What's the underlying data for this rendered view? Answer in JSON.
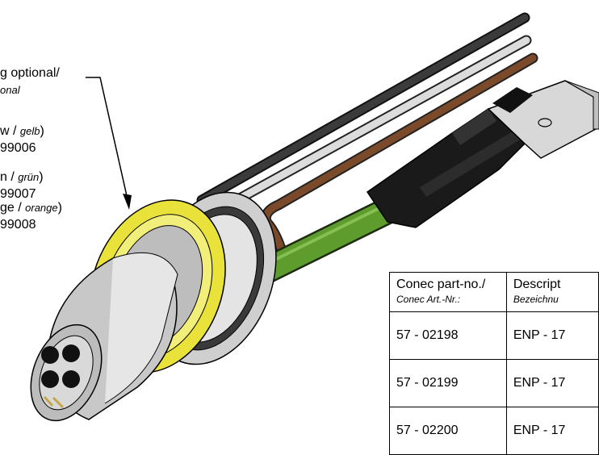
{
  "callout": {
    "line1_main": "g optional/",
    "line1_italic": "onal",
    "colors": [
      {
        "main": "w / ",
        "italic": "gelb",
        "close": ")",
        "code": "99006"
      },
      {
        "main": "n / ",
        "italic": "grün",
        "close": ")",
        "code": "99007"
      },
      {
        "main": "ge / ",
        "italic": "orange",
        "close": ")",
        "code": "99008"
      }
    ]
  },
  "table": {
    "header": {
      "col1_main": "Conec part-no./",
      "col1_italic": "Conec Art.-Nr.:",
      "col2_main": "Descript",
      "col2_italic": "Bezeichnu"
    },
    "rows": [
      {
        "part": "57 - 02198",
        "desc": "ENP - 17"
      },
      {
        "part": "57 - 02199",
        "desc": "ENP - 17"
      },
      {
        "part": "57 - 02200",
        "desc": "ENP - 17"
      }
    ]
  },
  "colors": {
    "yellow_nut": "#e8e23a",
    "green_cable": "#5e9c2e",
    "brown_wire": "#7a4a2a",
    "black_wire": "#2b2b2b",
    "grey_wire": "#d6d6d6",
    "metal": "#c8c8c8",
    "rj45_boot": "#1a1a1a"
  }
}
